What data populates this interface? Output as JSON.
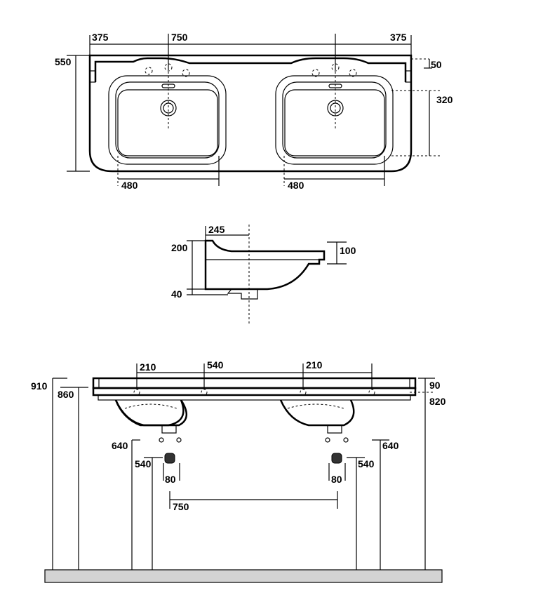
{
  "top_view": {
    "width_left": "375",
    "width_center": "750",
    "width_right": "375",
    "depth": "550",
    "back_offset": "50",
    "bowl_depth": "320",
    "bowl_width_left": "480",
    "bowl_width_right": "480"
  },
  "side_view": {
    "tap_offset": "245",
    "height": "200",
    "drain_height": "40",
    "rim_height": "100"
  },
  "front_view": {
    "top_height": "910",
    "rim_height": "860",
    "tap_spacing_left": "210",
    "tap_center_spacing": "540",
    "tap_spacing_right": "210",
    "slab_thickness": "90",
    "underside_height": "820",
    "supply_height_left": "640",
    "supply_height_right": "640",
    "waste_height_left": "540",
    "waste_height_right": "540",
    "waste_width_left": "80",
    "waste_width_right": "80",
    "waste_spacing": "750"
  },
  "colors": {
    "floor": "#d3d3d3",
    "line": "#000000"
  }
}
